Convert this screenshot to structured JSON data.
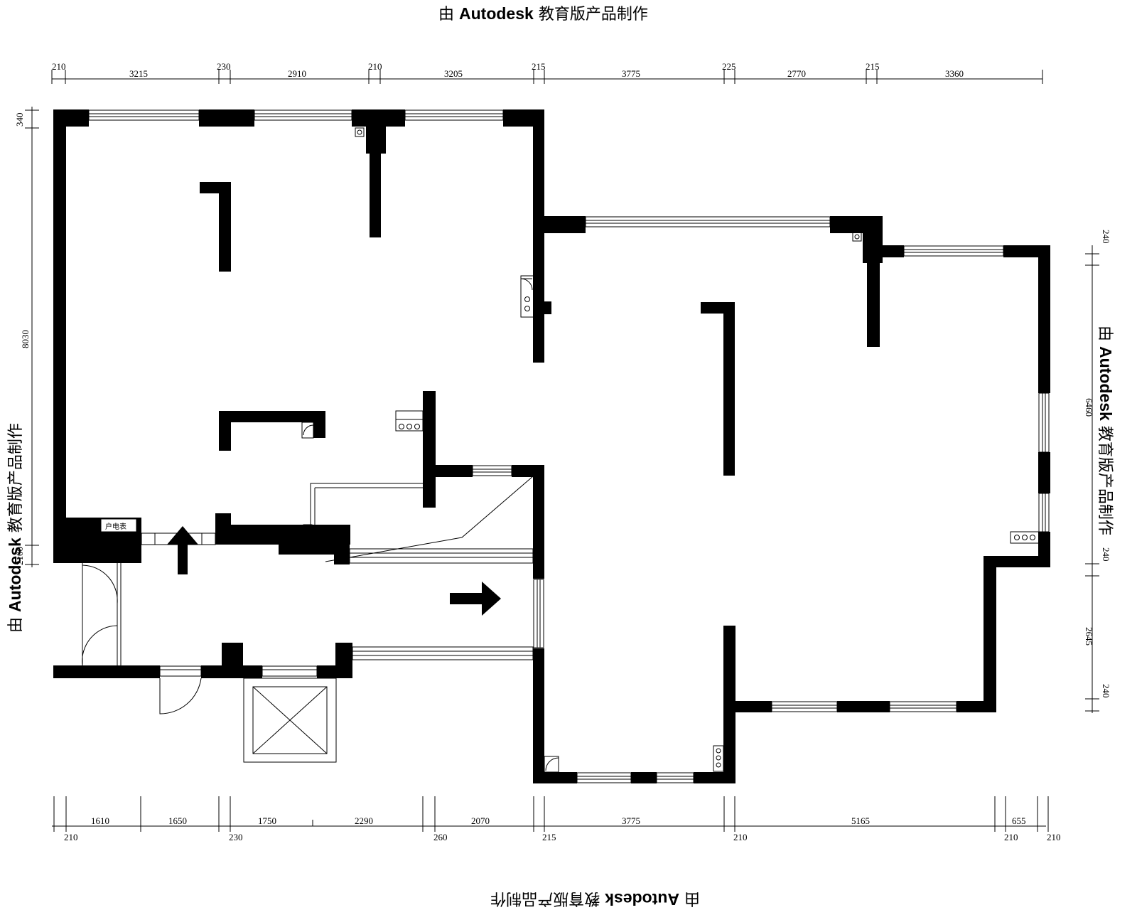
{
  "watermark": {
    "prefix": "由",
    "brand": "Autodesk",
    "suffix": "教育版产品制作"
  },
  "top_dimensions": [
    "210",
    "3215",
    "230",
    "2910",
    "210",
    "3205",
    "215",
    "3775",
    "225",
    "2770",
    "215",
    "3360"
  ],
  "bottom_dimensions": [
    "1610",
    "1650",
    "1750",
    "2290",
    "2070",
    "3775",
    "5165",
    "655"
  ],
  "bottom_small_dimensions": [
    "210",
    "230",
    "260",
    "215",
    "210",
    "210",
    "210"
  ],
  "left_dimensions": [
    "340",
    "8030",
    "2100"
  ],
  "right_dimensions": [
    "240",
    "6460",
    "240",
    "2645",
    "240"
  ],
  "meter_box_label": "户电表"
}
